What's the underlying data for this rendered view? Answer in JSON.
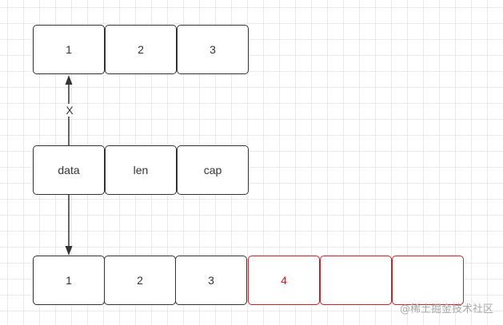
{
  "old_array": {
    "cells": [
      "1",
      "2",
      "3"
    ]
  },
  "slice_header": {
    "fields": [
      "data",
      "len",
      "cap"
    ]
  },
  "new_array": {
    "cells": [
      "1",
      "2",
      "3",
      "4",
      "",
      ""
    ]
  },
  "old_pointer_label": "X",
  "watermark": "@稀土掘金技术社区",
  "colors": {
    "stroke": "#333333",
    "appended": "#cc2229",
    "grid": "#e9e9e9"
  }
}
